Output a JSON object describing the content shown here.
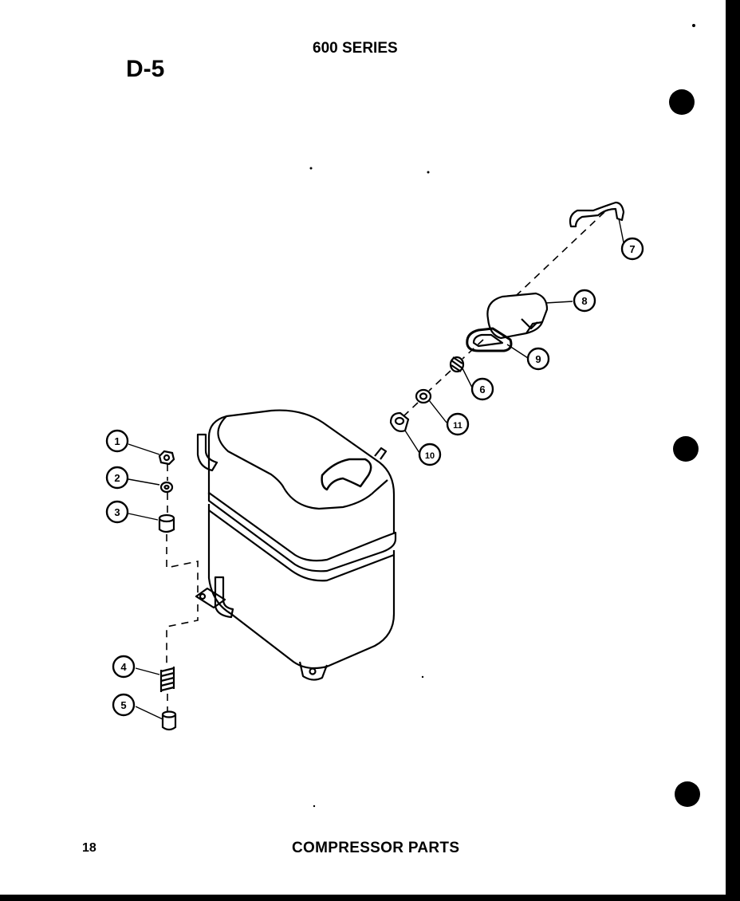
{
  "header": {
    "series": "600 SERIES",
    "page_code": "D-5"
  },
  "footer": {
    "page_number": "18",
    "title": "COMPRESSOR PARTS"
  },
  "callouts": [
    "1",
    "2",
    "3",
    "4",
    "5",
    "6",
    "7",
    "8",
    "9",
    "10",
    "11"
  ],
  "colors": {
    "ink": "#000000",
    "paper": "#ffffff"
  }
}
